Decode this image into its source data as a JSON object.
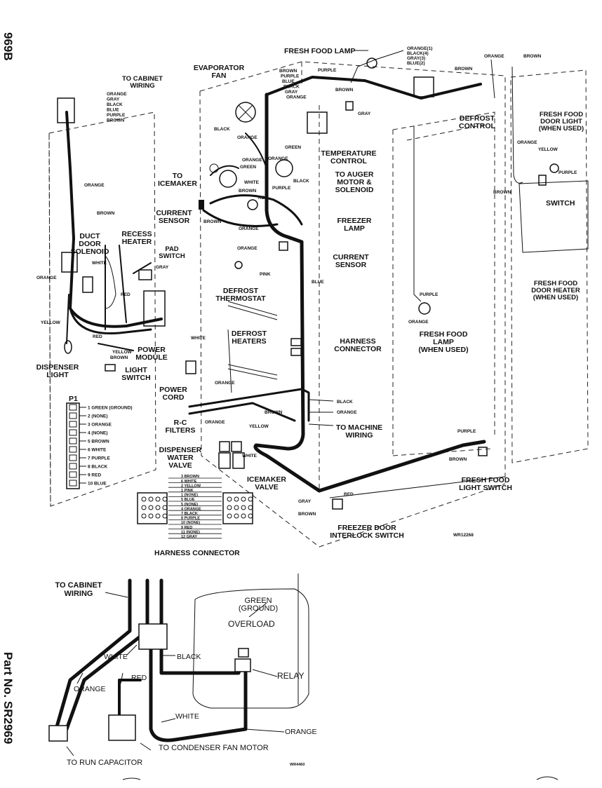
{
  "side_labels": {
    "top": "969B",
    "bottom": "Part No. SR2969"
  },
  "top_diagram": {
    "codes": {
      "ref": "WR12268"
    },
    "labels": {
      "fresh_food_lamp_top": "FRESH FOOD LAMP",
      "evaporator_fan": [
        "EVAPORATOR",
        "FAN"
      ],
      "to_cabinet_wiring": [
        "TO CABINET",
        "WIRING"
      ],
      "temperature_control": [
        "TEMPERATURE",
        "CONTROL"
      ],
      "defrost_control": [
        "DEFROST",
        "CONTROL"
      ],
      "fresh_food_door_light": [
        "FRESH FOOD",
        "DOOR LIGHT",
        "(WHEN USED)"
      ],
      "to_auger": [
        "TO AUGER",
        "MOTOR &",
        "SOLENOID"
      ],
      "to_icemaker": [
        "TO",
        "ICEMAKER"
      ],
      "current_sensor_left": [
        "CURRENT",
        "SENSOR"
      ],
      "freezer_lamp": [
        "FREEZER",
        "LAMP"
      ],
      "switch": "SWITCH",
      "duct_door_solenoid": [
        "DUCT",
        "DOOR",
        "SOLENOID"
      ],
      "recess_heater": [
        "RECESS",
        "HEATER"
      ],
      "pad_switch": [
        "PAD",
        "SWITCH"
      ],
      "current_sensor_right": [
        "CURRENT",
        "SENSOR"
      ],
      "fresh_food_door_heater": [
        "FRESH FOOD",
        "DOOR HEATER",
        "(WHEN USED)"
      ],
      "defrost_thermostat": [
        "DEFROST",
        "THERMOSTAT"
      ],
      "defrost_heaters": [
        "DEFROST",
        "HEATERS"
      ],
      "harness_connector_right": [
        "HARNESS",
        "CONNECTOR"
      ],
      "fresh_food_lamp_right": [
        "FRESH FOOD",
        "LAMP",
        "(WHEN USED)"
      ],
      "power_module": [
        "POWER",
        "MODULE"
      ],
      "dispenser_light": [
        "DISPENSER",
        "LIGHT"
      ],
      "light_switch": [
        "LIGHT",
        "SWITCH"
      ],
      "power_cord": [
        "POWER",
        "CORD"
      ],
      "rc_filters": [
        "R-C",
        "FILTERS"
      ],
      "to_machine_wiring": [
        "TO MACHINE",
        "WIRING"
      ],
      "dispenser_water_valve": [
        "DISPENSER",
        "WATER",
        "VALVE"
      ],
      "icemaker_valve": [
        "ICEMAKER",
        "VALVE"
      ],
      "fresh_food_light_switch": [
        "FRESH FOOD",
        "LIGHT SWITCH"
      ],
      "freezer_door_interlock": [
        "FREEZER DOOR",
        "INTERLOCK SWITCH"
      ],
      "harness_connector_bottom": "HARNESS CONNECTOR",
      "p1": "P1"
    },
    "wire_colors": {
      "cabinet_bundle": [
        "ORANGE",
        "GRAY",
        "BLACK",
        "BLUE",
        "PURPLE",
        "BROWN"
      ],
      "top_bundle": [
        "BROWN",
        "PURPLE",
        "BLUE",
        "BLACK",
        "GRAY",
        "ORANGE"
      ],
      "defrost_bundle": [
        "ORANGE(1)",
        "BLACK(4)",
        "GRAY(3)",
        "BLUE(2)"
      ],
      "purple_top": "PURPLE",
      "ff_light": [
        "ORANGE",
        "BROWN"
      ],
      "brown": "BROWN",
      "gray": "GRAY",
      "black": "BLACK",
      "orange": "ORANGE",
      "green": "GREEN",
      "white": "WHITE",
      "red": "RED",
      "blue": "BLUE",
      "pink": "PINK",
      "yellow": "YELLOW",
      "purple": "PURPLE"
    },
    "p1_pins": [
      "1 GREEN (GROUND)",
      "2 (NONE)",
      "3 ORANGE",
      "4 (NONE)",
      "5 BROWN",
      "6 WHITE",
      "7 PURPLE",
      "8 BLACK",
      "9 RED",
      "10 BLUE"
    ],
    "harness_pins": [
      "3 BROWN",
      "6 WHITE",
      "2 YELLOW",
      "1 PINK",
      "1 (NONE)",
      "5 BLUE",
      "5 (NONE)",
      "4 ORANGE",
      "7 BLACK",
      "8 PURPLE",
      "10 (NONE)",
      "9 RED",
      "11 (NONE)",
      "12 GRAY"
    ]
  },
  "bottom_diagram": {
    "code": "WR4460",
    "labels": {
      "to_cabinet_wiring": [
        "TO CABINET",
        "WIRING"
      ],
      "green_ground": [
        "GREEN",
        "(GROUND)"
      ],
      "overload": "OVERLOAD",
      "white": "WHITE",
      "black": "BLACK",
      "relay": "RELAY",
      "orange_left": "ORANGE",
      "red": "RED",
      "white_bottom": "WHITE",
      "orange_right": "ORANGE",
      "condenser_fan": "TO CONDENSER FAN MOTOR",
      "run_capacitor": "TO RUN CAPACITOR"
    }
  }
}
